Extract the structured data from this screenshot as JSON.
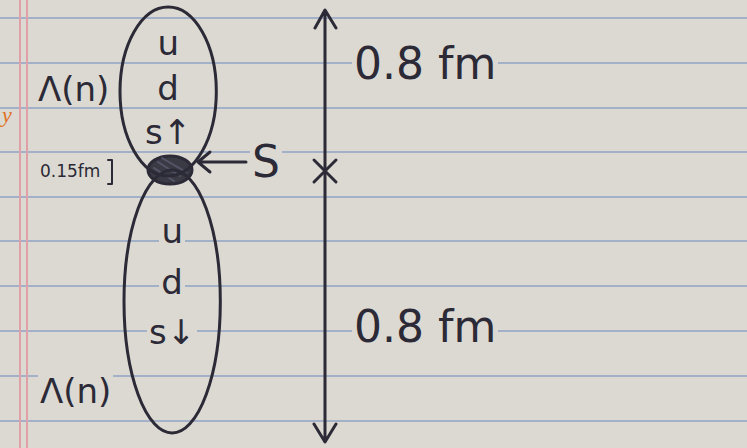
{
  "diagram": {
    "nodes": [
      {
        "text": [
          "u",
          "d",
          "s↑"
        ]
      },
      {
        "text": [
          "u",
          "d",
          "s↓"
        ]
      }
    ],
    "labels": [
      "y",
      "Λ(n)",
      "0.15fm",
      "S",
      "0.8 fm",
      "0.8 fm",
      "Λ(n)"
    ]
  }
}
